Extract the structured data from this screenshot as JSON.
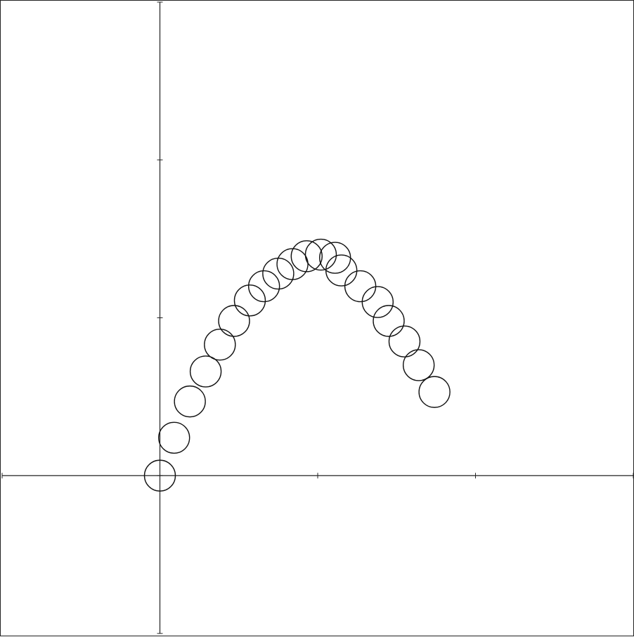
{
  "chart_data": {
    "type": "scatter",
    "title": "",
    "xlabel": "",
    "ylabel": "",
    "xlim": [
      -1,
      3
    ],
    "ylim": [
      -1,
      3
    ],
    "x_ticks": [
      -1,
      0,
      1,
      2,
      3
    ],
    "y_ticks": [
      -1,
      0,
      1,
      2,
      3
    ],
    "grid": false,
    "marker": "hollow-circle",
    "marker_color": "#111111",
    "axis_color": "#222222",
    "series": [
      {
        "x": [
          0.0,
          0.09,
          0.19,
          0.29,
          0.38,
          0.47,
          0.57,
          0.66,
          0.75,
          0.84,
          0.93,
          1.02,
          1.11,
          1.15,
          1.27,
          1.38,
          1.45,
          1.55,
          1.64,
          1.74
        ],
        "y": [
          0.0,
          0.24,
          0.47,
          0.66,
          0.83,
          0.98,
          1.11,
          1.2,
          1.28,
          1.34,
          1.39,
          1.4,
          1.38,
          1.3,
          1.2,
          1.1,
          0.98,
          0.85,
          0.7,
          0.53
        ]
      }
    ]
  }
}
